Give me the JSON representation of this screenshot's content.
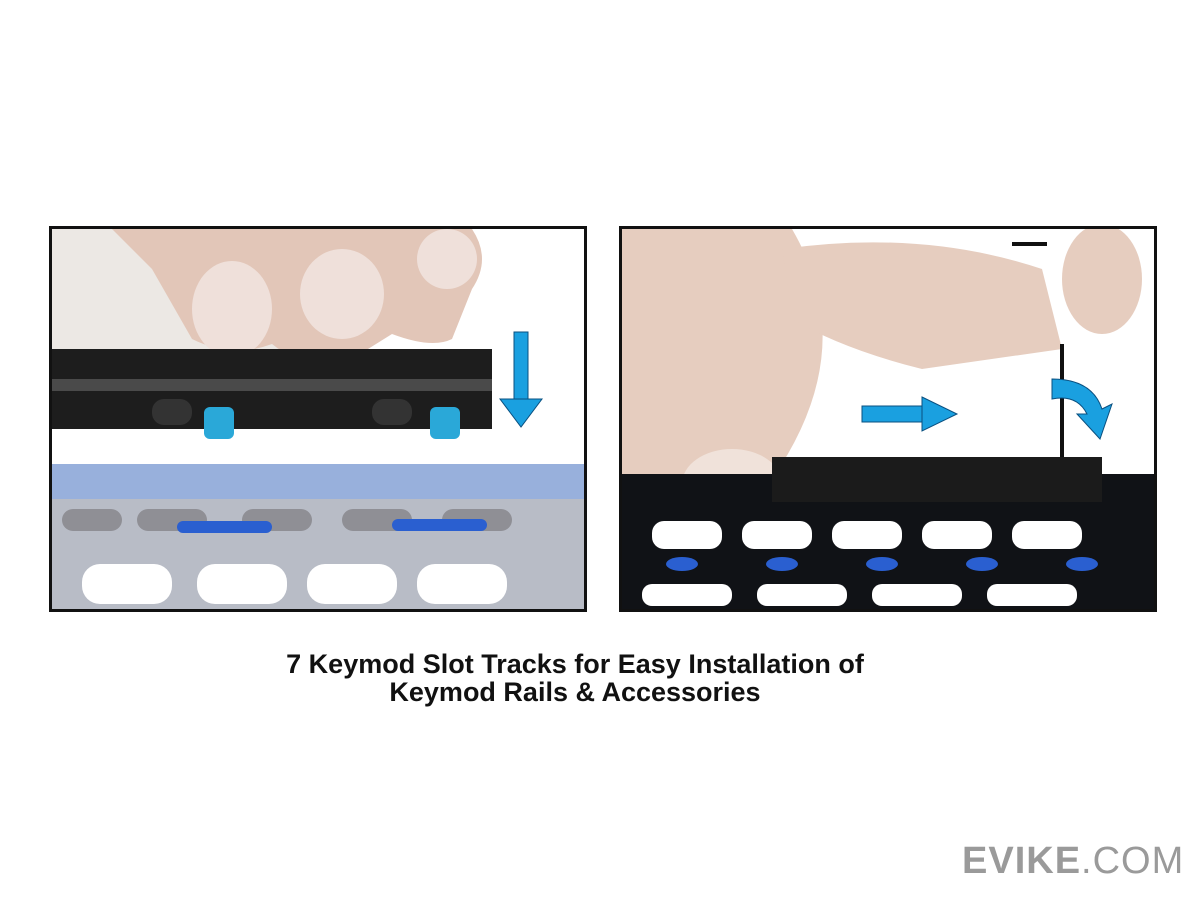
{
  "caption": {
    "line1": "7 Keymod Slot Tracks for Easy Installation of",
    "line2": "Keymod Rails & Accessories"
  },
  "logo": {
    "brand": "EVIKE",
    "suffix": ".COM"
  },
  "panels": [
    {
      "name": "attach-rail-step",
      "arrow": "down-arrow-icon"
    },
    {
      "name": "slide-and-tighten-step",
      "arrow": "right-arrow-icon"
    }
  ],
  "colors": {
    "arrow": "#1aa0e0",
    "frame": "#111111",
    "logo": "#9a9a9a",
    "rail": "#222222",
    "slot_blue": "#2a5fd0"
  }
}
